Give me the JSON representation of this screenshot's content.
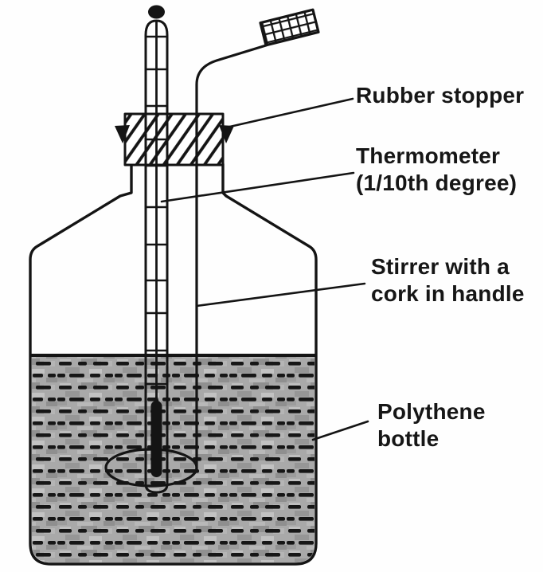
{
  "annotations": [
    {
      "id": "rubber-stopper",
      "lines": [
        "Rubber stopper"
      ]
    },
    {
      "id": "thermometer",
      "lines": [
        "Thermometer",
        "(1/10th degree)"
      ]
    },
    {
      "id": "stirrer",
      "lines": [
        "Stirrer with a",
        "cork in handle"
      ]
    },
    {
      "id": "polythene-bottle",
      "lines": [
        "Polythene",
        "bottle"
      ]
    }
  ],
  "colors": {
    "line": "#141414",
    "text": "#161616",
    "background": "#fefefe",
    "liquid-base": "#a9a9a9",
    "dash": "#161616"
  }
}
